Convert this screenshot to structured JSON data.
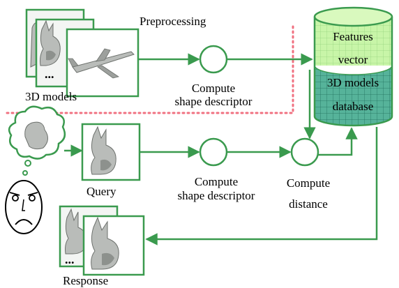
{
  "labels": {
    "preprocessing": "Preprocessing",
    "models_3d": "3D  models",
    "compute_shape_1": "Compute",
    "compute_shape_1b": "shape descriptor",
    "compute_shape_2": "Compute",
    "compute_shape_2b": "shape descriptor",
    "compute_distance_1": "Compute",
    "compute_distance_2": "distance",
    "query": "Query",
    "response": "Response",
    "features_1": "Features",
    "features_2": "vector",
    "db_1": "3D models",
    "db_2": "database",
    "ellipsis": "..."
  },
  "colors": {
    "accent": "#3a9a4e",
    "separator": "#f07080",
    "features_fill": "#c8f5a8",
    "database_fill": "#56b39a"
  }
}
